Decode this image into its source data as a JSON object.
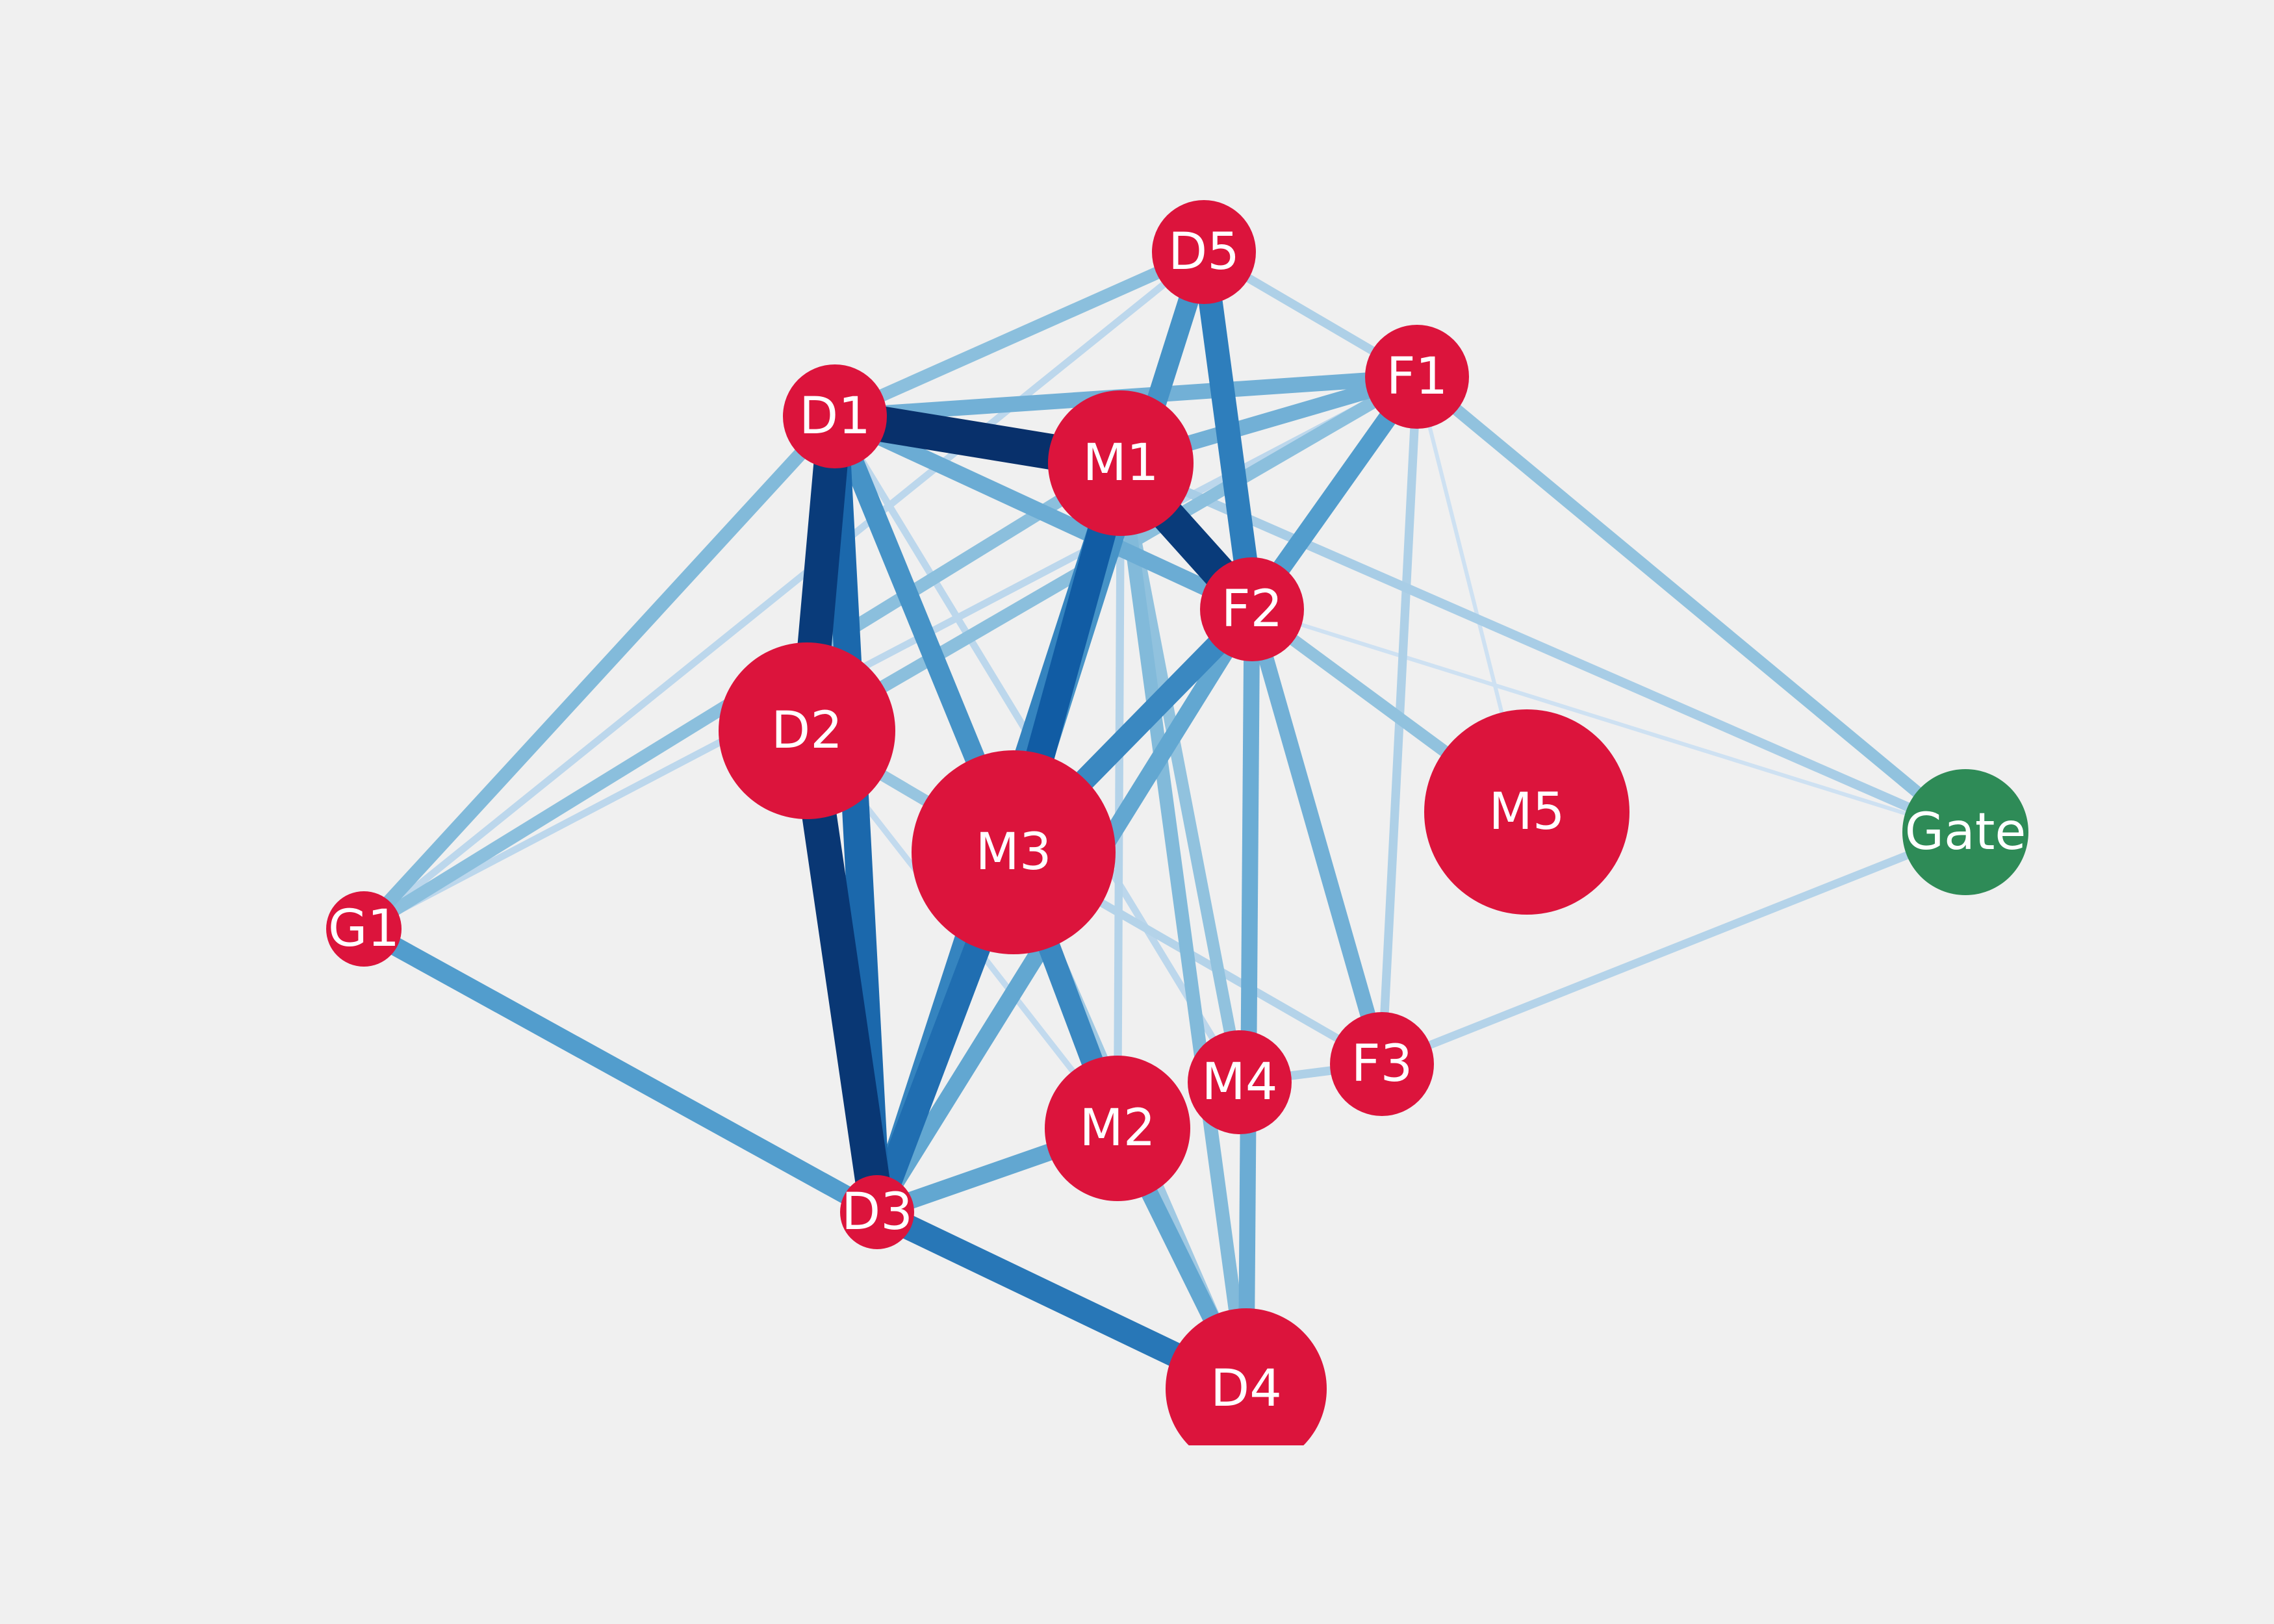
{
  "colors": {
    "background": "#f0f0f0",
    "node_default": "#dc143c",
    "node_gate": "#2e8b57",
    "label": "#ffffff",
    "edge_light": "#dbe9f6",
    "edge_dark": "#08306b"
  },
  "nodes": [
    {
      "id": "D5",
      "label": "D5",
      "color": "node_default"
    },
    {
      "id": "F1",
      "label": "F1",
      "color": "node_default"
    },
    {
      "id": "D1",
      "label": "D1",
      "color": "node_default"
    },
    {
      "id": "M1",
      "label": "M1",
      "color": "node_default"
    },
    {
      "id": "F2",
      "label": "F2",
      "color": "node_default"
    },
    {
      "id": "D2",
      "label": "D2",
      "color": "node_default"
    },
    {
      "id": "M3",
      "label": "M3",
      "color": "node_default"
    },
    {
      "id": "M5",
      "label": "M5",
      "color": "node_default"
    },
    {
      "id": "Gate",
      "label": "Gate",
      "color": "node_gate"
    },
    {
      "id": "G1",
      "label": "G1",
      "color": "node_default"
    },
    {
      "id": "F3",
      "label": "F3",
      "color": "node_default"
    },
    {
      "id": "M4",
      "label": "M4",
      "color": "node_default"
    },
    {
      "id": "M2",
      "label": "M2",
      "color": "node_default"
    },
    {
      "id": "D3",
      "label": "D3",
      "color": "node_default"
    },
    {
      "id": "D4",
      "label": "D4",
      "color": "node_default"
    }
  ],
  "edges": [
    {
      "source": "D1",
      "target": "M1",
      "weight": 1.0
    },
    {
      "source": "D1",
      "target": "D2",
      "weight": 0.95
    },
    {
      "source": "D2",
      "target": "D3",
      "weight": 0.97
    },
    {
      "source": "M1",
      "target": "F2",
      "weight": 0.95
    },
    {
      "source": "D1",
      "target": "D3",
      "weight": 0.75
    },
    {
      "source": "M1",
      "target": "M3",
      "weight": 0.8
    },
    {
      "source": "D3",
      "target": "M3",
      "weight": 0.72
    },
    {
      "source": "D3",
      "target": "D4",
      "weight": 0.68
    },
    {
      "source": "D5",
      "target": "F2",
      "weight": 0.65
    },
    {
      "source": "M1",
      "target": "D3",
      "weight": 0.62
    },
    {
      "source": "F2",
      "target": "M3",
      "weight": 0.6
    },
    {
      "source": "M3",
      "target": "M2",
      "weight": 0.6
    },
    {
      "source": "D1",
      "target": "M3",
      "weight": 0.55
    },
    {
      "source": "D5",
      "target": "M3",
      "weight": 0.55
    },
    {
      "source": "F1",
      "target": "F2",
      "weight": 0.5
    },
    {
      "source": "G1",
      "target": "D3",
      "weight": 0.5
    },
    {
      "source": "M2",
      "target": "D4",
      "weight": 0.45
    },
    {
      "source": "F2",
      "target": "D3",
      "weight": 0.45
    },
    {
      "source": "D3",
      "target": "M2",
      "weight": 0.45
    },
    {
      "source": "F2",
      "target": "D4",
      "weight": 0.42
    },
    {
      "source": "D1",
      "target": "F1",
      "weight": 0.4
    },
    {
      "source": "D1",
      "target": "F2",
      "weight": 0.42
    },
    {
      "source": "M1",
      "target": "F1",
      "weight": 0.4
    },
    {
      "source": "F2",
      "target": "F3",
      "weight": 0.4
    },
    {
      "source": "G1",
      "target": "D1",
      "weight": 0.35
    },
    {
      "source": "G1",
      "target": "M1",
      "weight": 0.32
    },
    {
      "source": "D1",
      "target": "D5",
      "weight": 0.32
    },
    {
      "source": "F1",
      "target": "D2",
      "weight": 0.32
    },
    {
      "source": "M1",
      "target": "D4",
      "weight": 0.35
    },
    {
      "source": "M1",
      "target": "M4",
      "weight": 0.3
    },
    {
      "source": "F2",
      "target": "M5",
      "weight": 0.3
    },
    {
      "source": "F1",
      "target": "Gate",
      "weight": 0.3
    },
    {
      "source": "D2",
      "target": "M3",
      "weight": 0.28
    },
    {
      "source": "M3",
      "target": "D4",
      "weight": 0.25
    },
    {
      "source": "M3",
      "target": "F3",
      "weight": 0.18
    },
    {
      "source": "D5",
      "target": "F1",
      "weight": 0.2
    },
    {
      "source": "M1",
      "target": "Gate",
      "weight": 0.22
    },
    {
      "source": "F1",
      "target": "F3",
      "weight": 0.2
    },
    {
      "source": "F3",
      "target": "Gate",
      "weight": 0.18
    },
    {
      "source": "F3",
      "target": "M4",
      "weight": 0.2
    },
    {
      "source": "M1",
      "target": "M2",
      "weight": 0.18
    },
    {
      "source": "G1",
      "target": "D5",
      "weight": 0.15
    },
    {
      "source": "G1",
      "target": "F1",
      "weight": 0.15
    },
    {
      "source": "D2",
      "target": "M2",
      "weight": 0.12
    },
    {
      "source": "F2",
      "target": "Gate",
      "weight": 0.06
    },
    {
      "source": "F1",
      "target": "M5",
      "weight": 0.06
    },
    {
      "source": "D1",
      "target": "M4",
      "weight": 0.15
    },
    {
      "source": "F2",
      "target": "M1",
      "weight": 0.9
    }
  ]
}
